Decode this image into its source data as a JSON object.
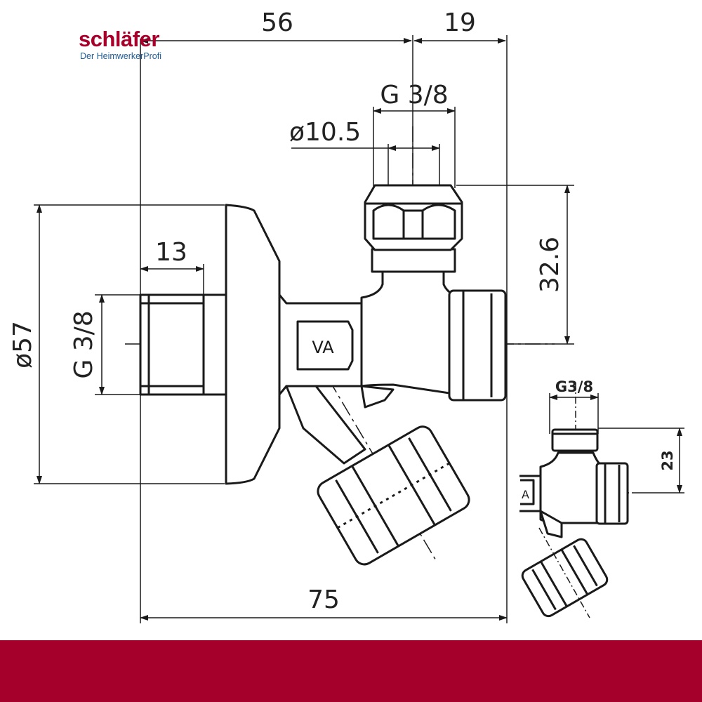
{
  "brand": {
    "name": "schläfer",
    "tagline": "Der HeimwerkerProfi",
    "color": "#a8002b",
    "tagline_color": "#1f5d9a"
  },
  "footer": {
    "color": "#a5002b"
  },
  "dimensions": {
    "top_left": "56",
    "top_right": "19",
    "outlet_thread": "G 3/8",
    "outlet_bore": "ø10.5",
    "body_height": "32.6",
    "rosette_diameter": "ø57",
    "inlet_thread": "G 3/8",
    "inlet_length": "13",
    "overall_length": "75",
    "valve_mark": "VA"
  },
  "inset": {
    "thread": "G3/8",
    "height": "23",
    "valve_mark": "A"
  }
}
